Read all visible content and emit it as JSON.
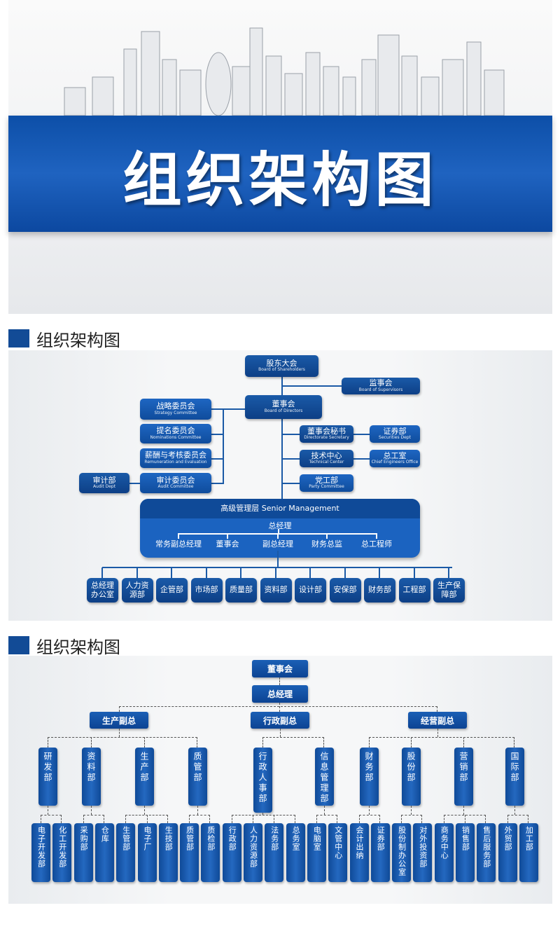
{
  "banner": {
    "title": "组织架构图"
  },
  "section1": {
    "title": "组织架构图",
    "shareholders": {
      "cn": "股东大会",
      "en": "Board of Shareholders"
    },
    "supervisors": {
      "cn": "监事会",
      "en": "Board of Supervisors"
    },
    "directors": {
      "cn": "董事会",
      "en": "Board of Directors"
    },
    "strategy": {
      "cn": "战略委员会",
      "en": "Strategy Committee"
    },
    "nominations": {
      "cn": "提名委员会",
      "en": "Nominations Committee"
    },
    "remuneration": {
      "cn": "薪酬与考核委员会",
      "en": "Remuneration and Evaluation"
    },
    "audit_committee": {
      "cn": "审计委员会",
      "en": "Audit Committee"
    },
    "audit_dept": {
      "cn": "审计部",
      "en": "Audit Dept"
    },
    "secretary": {
      "cn": "董事会秘书",
      "en": "Directorate Secretary"
    },
    "securities": {
      "cn": "证券部",
      "en": "Securities Dept"
    },
    "tech_center": {
      "cn": "技术中心",
      "en": "Technical Center"
    },
    "chief_eng": {
      "cn": "总工室",
      "en": "Chief Engineers Office"
    },
    "party": {
      "cn": "党工部",
      "en": "Party Committee"
    },
    "senior": {
      "title": "高级管理层 Senior Management",
      "gm": "总经理",
      "roles": [
        "常务副总经理",
        "董事会",
        "副总经理",
        "财务总监",
        "总工程师"
      ]
    },
    "departments": [
      "总经理办公室",
      "人力资源部",
      "企管部",
      "市场部",
      "质量部",
      "资料部",
      "设计部",
      "安保部",
      "财务部",
      "工程部",
      "生产保障部"
    ]
  },
  "section2": {
    "title": "组织架构图",
    "board": "董事会",
    "gm": "总经理",
    "vps": [
      "生产副总",
      "行政副总",
      "经营副总"
    ],
    "depts": [
      "研发部",
      "资料部",
      "生产部",
      "质管部",
      "行政人事部",
      "信息管理部",
      "财务部",
      "股份部",
      "营销部",
      "国际部"
    ],
    "units": [
      "电子开发部",
      "化工开发部",
      "采购部",
      "仓库",
      "生管部",
      "电子厂",
      "生技部",
      "质管部",
      "质检部",
      "行政部",
      "人力资源部",
      "法务部",
      "总务室",
      "电脑室",
      "文管中心",
      "会计出纳",
      "证券部",
      "股份制办公室",
      "对外投资部",
      "商务中心",
      "销售部",
      "售后服务部",
      "外贸部",
      "加工部"
    ]
  }
}
